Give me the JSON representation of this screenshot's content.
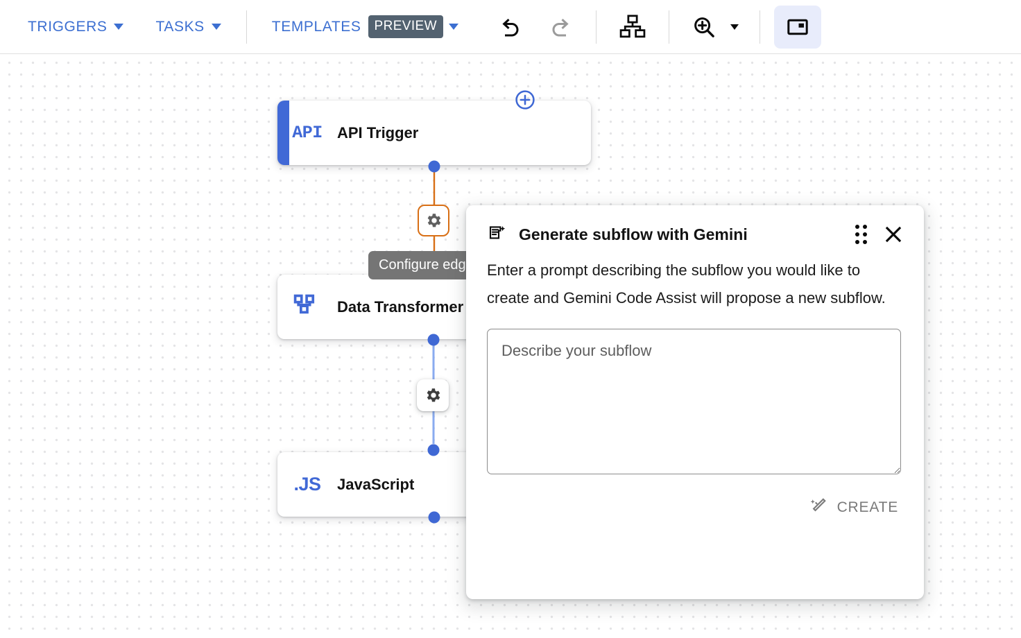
{
  "toolbar": {
    "menus": [
      {
        "label": "TRIGGERS",
        "icon": "chevron-down-icon"
      },
      {
        "label": "TASKS",
        "icon": "chevron-down-icon"
      }
    ],
    "templates": {
      "label": "TEMPLATES",
      "badge": "PREVIEW",
      "icon": "chevron-down-icon"
    },
    "actions": [
      {
        "name": "undo-button",
        "icon": "undo-icon",
        "enabled": true
      },
      {
        "name": "redo-button",
        "icon": "redo-icon",
        "enabled": false
      },
      {
        "name": "auto-layout-button",
        "icon": "hierarchy-icon",
        "enabled": true
      },
      {
        "name": "zoom-button",
        "icon": "zoom-in-icon",
        "enabled": true
      },
      {
        "name": "zoom-dropdown",
        "icon": "chevron-down-icon",
        "enabled": true
      },
      {
        "name": "toggle-panel-button",
        "icon": "panel-icon",
        "enabled": true,
        "active": true
      }
    ],
    "accent_color": "#3c6fd1",
    "badge_color": "#536270",
    "active_button_bg": "#e8ecfb"
  },
  "canvas": {
    "nodes": [
      {
        "id": "api-trigger",
        "title": "API Trigger",
        "icon_text": "API",
        "icon_name": "api-icon",
        "accent": true,
        "accent_color": "#4169d6"
      },
      {
        "id": "data-transformer",
        "title": "Data Transformer",
        "icon_text": "",
        "icon_name": "data-transformer-icon",
        "accent": false
      },
      {
        "id": "javascript",
        "title": "JavaScript",
        "icon_text": ".JS",
        "icon_name": "javascript-icon",
        "accent": false
      }
    ],
    "edges": [
      {
        "id": "edge-api-to-transformer",
        "color": "#d86f15",
        "selected": true,
        "gear_label": "configure-edge"
      },
      {
        "id": "edge-transformer-to-javascript",
        "color": "#8aabf0",
        "selected": false,
        "gear_label": "configure-edge"
      }
    ],
    "tooltip": {
      "text": "Configure edge"
    },
    "add_node_button": {
      "name": "add-node-button",
      "icon": "plus-circle-icon",
      "color": "#3f68d4"
    },
    "dot_color": "#3f68d4"
  },
  "dialog": {
    "title": "Generate subflow with Gemini",
    "header_icon": "gemini-document-icon",
    "drag_handle_icon": "drag-handle-icon",
    "close_icon": "close-icon",
    "description": "Enter a prompt describing the subflow you would like to create and Gemini Code Assist will propose a new subflow.",
    "input": {
      "value": "",
      "placeholder": "Describe your subflow"
    },
    "create_button": {
      "label": "CREATE",
      "icon": "magic-wand-icon",
      "enabled": false
    }
  }
}
